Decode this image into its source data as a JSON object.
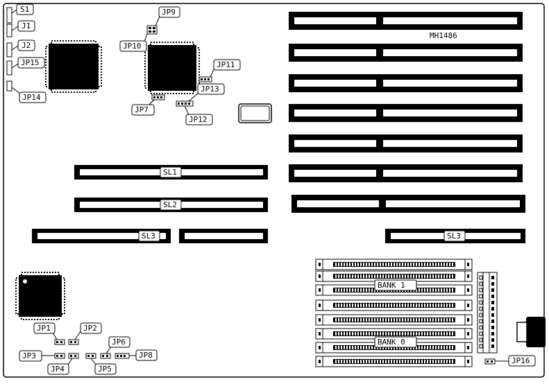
{
  "board_label": "MH1486",
  "labels": {
    "s1": "S1",
    "j1": "J1",
    "j2": "J2",
    "jp15": "JP15",
    "jp14": "JP14",
    "jp9": "JP9",
    "jp10": "JP10",
    "jp11": "JP11",
    "jp13": "JP13",
    "jp7": "JP7",
    "jp12": "JP12",
    "sl1": "SL1",
    "sl2": "SL2",
    "sl3_left": "SL3",
    "sl3_right": "SL3",
    "bank1": "BANK 1",
    "bank0": "BANK 0",
    "jp1": "JP1",
    "jp2": "JP2",
    "jp3": "JP3",
    "jp4": "JP4",
    "jp5": "JP5",
    "jp6": "JP6",
    "jp8": "JP8",
    "jp16": "JP16"
  }
}
